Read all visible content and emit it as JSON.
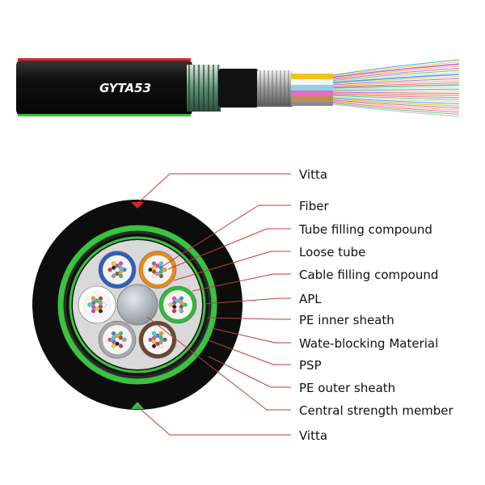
{
  "cable": {
    "model_label": "GYTA53",
    "jacket_color": "#0e0e0e",
    "stripe_color": "#d8252c",
    "stripe_green": "#3bbf3b",
    "sheath_green": "#39c43d",
    "fiber_colors": [
      "#2f8fe0",
      "#f2c21a",
      "#a64de0",
      "#ff9a3a",
      "#e84a8a",
      "#3fbf6a",
      "#c8c8c8"
    ]
  },
  "cross_section": {
    "tubes": [
      {
        "name": "blue-loose-tube",
        "color": "#2f5fb8"
      },
      {
        "name": "orange-loose-tube",
        "color": "#e48a1e"
      },
      {
        "name": "green-loose-tube",
        "color": "#35b83a"
      },
      {
        "name": "brown-loose-tube",
        "color": "#6b4630"
      },
      {
        "name": "gray-loose-tube",
        "color": "#a8a8a8"
      },
      {
        "name": "white-loose-tube",
        "color": "#ffffff"
      }
    ],
    "central_member_color": "#b9bcc4"
  },
  "callouts": [
    {
      "label": "Vitta"
    },
    {
      "label": "Fiber"
    },
    {
      "label": "Tube filling compound"
    },
    {
      "label": "Loose tube"
    },
    {
      "label": "Cable filling compound"
    },
    {
      "label": "APL"
    },
    {
      "label": "PE inner sheath"
    },
    {
      "label": "Wate-blocking Material"
    },
    {
      "label": "PSP"
    },
    {
      "label": "PE outer sheath"
    },
    {
      "label": "Central strength member"
    },
    {
      "label": "Vitta"
    }
  ],
  "leader_color": "#c23a3a"
}
